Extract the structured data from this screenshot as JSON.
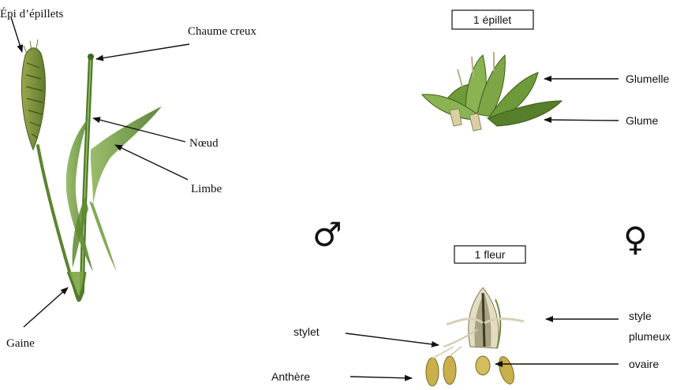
{
  "labels": {
    "epi": "Épi d’épillets",
    "chaume": "Chaume creux",
    "noeud": "Nœud",
    "limbe": "Limbe",
    "gaine": "Gaine",
    "epillet_box": "1 épillet",
    "glumelle": "Glumelle",
    "glume": "Glume",
    "fleur_box": "1 fleur",
    "stylet": "stylet",
    "anthere": "Anthère",
    "style_line1": "style",
    "style_line2": "plumeux",
    "ovaire": "ovaire"
  },
  "symbols": {
    "male": "♂",
    "female": "♀"
  },
  "colors": {
    "stem_green": "#4f7a2a",
    "leaf_green": "#6e9a3a",
    "spike_green": "#7a8a3a",
    "anther_yellow": "#c9b04a",
    "arrow": "#111111"
  }
}
